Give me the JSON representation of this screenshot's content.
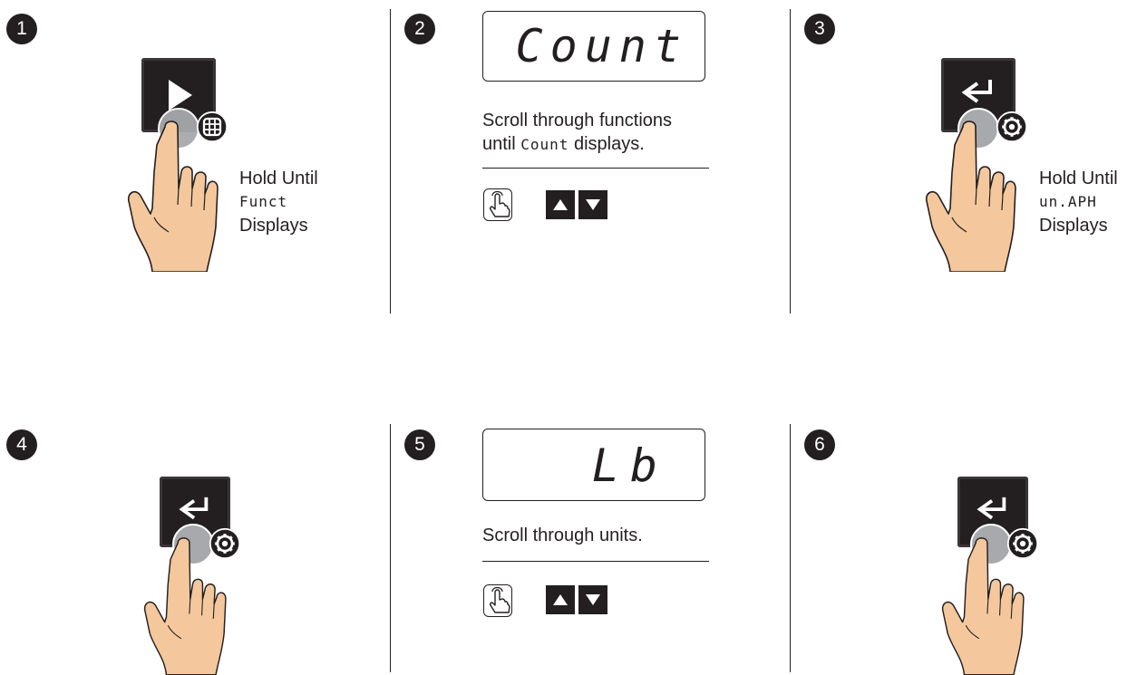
{
  "steps": [
    {
      "number": "1",
      "text_line1": "Hold Until",
      "display_code": "Funct",
      "text_line3": "Displays",
      "button_icon": "play-icon",
      "badge_icon": "grid-icon"
    },
    {
      "number": "2",
      "lcd_text": "Count",
      "instruction_line1": "Scroll through functions",
      "instruction_pre": "until ",
      "instruction_code": "Count",
      "instruction_post": " displays.",
      "keys": [
        "tap-icon",
        "up-arrow-icon",
        "down-arrow-icon"
      ]
    },
    {
      "number": "3",
      "text_line1": "Hold Until",
      "display_code": "un.APH",
      "text_line3": "Displays",
      "button_icon": "enter-icon",
      "badge_icon": "gear-icon"
    },
    {
      "number": "4",
      "button_icon": "enter-icon",
      "badge_icon": "gear-icon"
    },
    {
      "number": "5",
      "lcd_text": "Lb",
      "instruction_line1": "Scroll through units.",
      "keys": [
        "tap-icon",
        "up-arrow-icon",
        "down-arrow-icon"
      ]
    },
    {
      "number": "6",
      "button_icon": "enter-icon",
      "badge_icon": "gear-icon"
    }
  ],
  "colors": {
    "ink": "#231f20",
    "button": "#231f20",
    "skin": "#f4c89c",
    "press": "#a7a9ac"
  }
}
